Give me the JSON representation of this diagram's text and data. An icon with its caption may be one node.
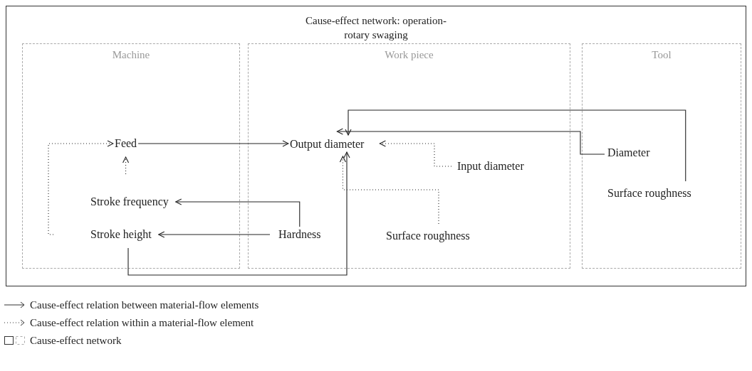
{
  "diagram": {
    "nodes": [
      {
        "text": [
          "Cause-effect network: operation-rotary swaging"
        ]
      },
      {
        "text": [
          "Machine"
        ],
        "in": 0
      },
      {
        "text": [
          "Feed"
        ],
        "in": 1
      },
      {
        "text": [
          "Stroke frequency"
        ],
        "in": 1
      },
      {
        "text": [
          "Stroke height"
        ],
        "in": 1
      },
      {
        "text": [
          "Work piece"
        ],
        "in": 0
      },
      {
        "text": [
          "Output diameter"
        ],
        "in": 5
      },
      {
        "text": [
          "Input diameter"
        ],
        "in": 5
      },
      {
        "text": [
          "Hardness"
        ],
        "in": 5
      },
      {
        "text": [
          "Surface roughness"
        ],
        "in": 5
      },
      {
        "text": [
          "Tool"
        ],
        "in": 0
      },
      {
        "text": [
          "Diameter"
        ],
        "in": 10
      },
      {
        "text": [
          "Surface roughness"
        ],
        "in": 10
      }
    ],
    "edges": [
      {
        "from": 2,
        "to": 6,
        "arrow": "to"
      },
      {
        "from": 4,
        "to": 2,
        "arrow": "to",
        "style": "dashed"
      },
      {
        "from": 3,
        "to": 2,
        "arrow": "to",
        "style": "dashed"
      },
      {
        "from": 8,
        "to": 3,
        "arrow": "to"
      },
      {
        "from": 8,
        "to": 4,
        "arrow": "to"
      },
      {
        "from": 4,
        "to": 6,
        "arrow": "to"
      },
      {
        "from": 7,
        "to": 6,
        "arrow": "to",
        "style": "dashed"
      },
      {
        "from": 9,
        "to": 6,
        "arrow": "to",
        "style": "dashed"
      },
      {
        "from": 11,
        "to": 6,
        "arrow": "to"
      },
      {
        "from": 12,
        "to": 6,
        "arrow": "to"
      }
    ],
    "legend": [
      {
        "text": "Cause-effect relation between material-flow elements"
      },
      {
        "text": "Cause-effect relation within a material-flow element"
      },
      {
        "text": "Cause-effect network"
      }
    ]
  }
}
